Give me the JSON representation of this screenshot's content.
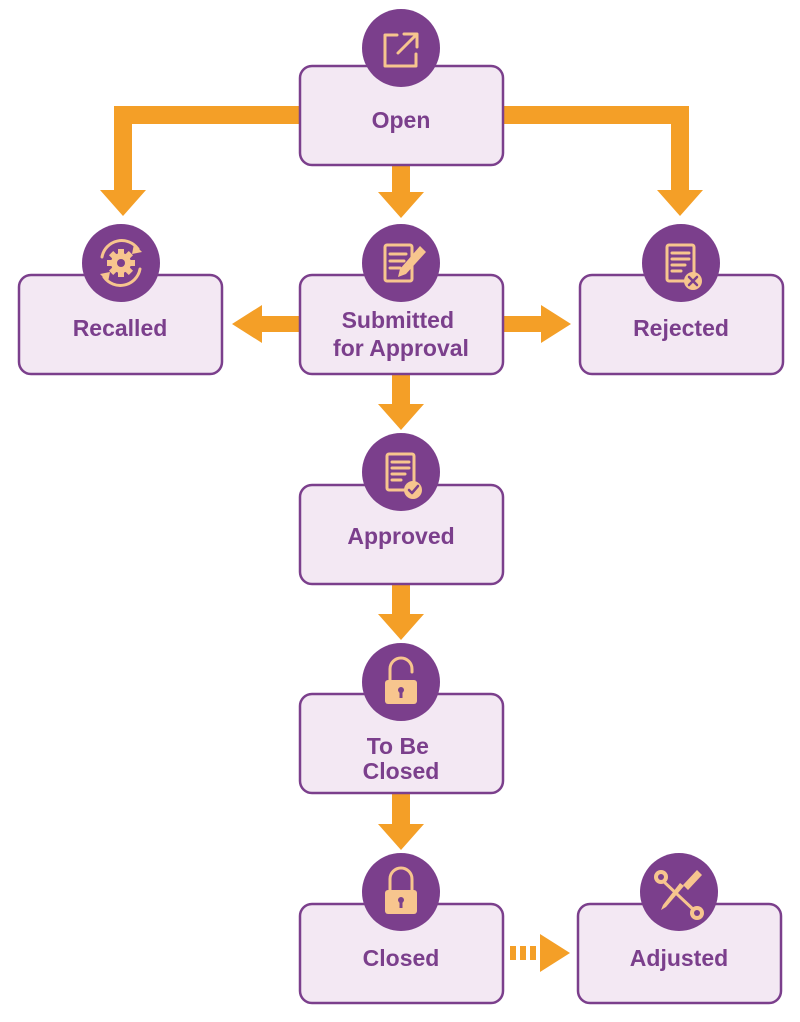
{
  "diagram": {
    "nodes": {
      "open": {
        "label": "Open",
        "icon": "external-link-icon"
      },
      "recalled": {
        "label": "Recalled",
        "icon": "refresh-gear-icon"
      },
      "submitted": {
        "label_line1": "Submitted",
        "label_line2": "for Approval",
        "icon": "document-edit-icon"
      },
      "rejected": {
        "label": "Rejected",
        "icon": "document-reject-icon"
      },
      "approved": {
        "label": "Approved",
        "icon": "document-check-icon"
      },
      "to_be_closed": {
        "label_line1": "To Be",
        "label_line2": "Closed",
        "icon": "lock-open-icon"
      },
      "closed": {
        "label": "Closed",
        "icon": "lock-closed-icon"
      },
      "adjusted": {
        "label": "Adjusted",
        "icon": "wrench-screwdriver-icon"
      }
    },
    "colors": {
      "box_fill": "#f3e8f3",
      "box_border": "#7b3f8c",
      "text": "#7b3f8c",
      "icon_circle": "#7b3f8c",
      "icon_glyph": "#f7c58e",
      "arrow": "#f49f27"
    }
  }
}
